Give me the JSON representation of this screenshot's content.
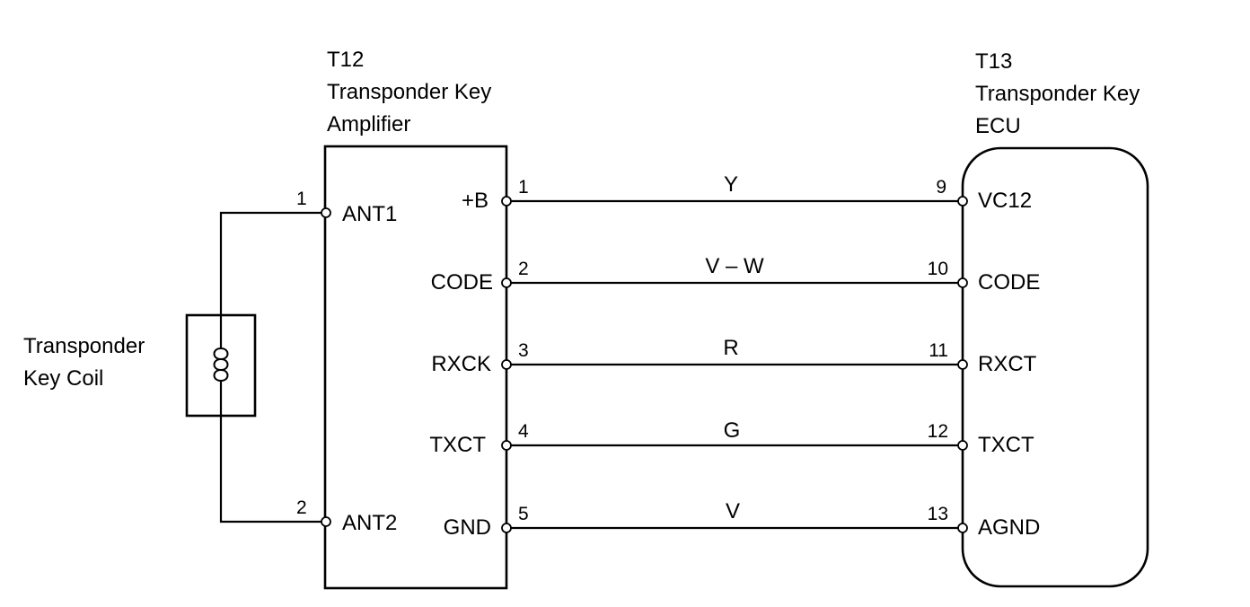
{
  "amplifier": {
    "id": "T12",
    "name_line1": "Transponder Key",
    "name_line2": "Amplifier",
    "ant_pins": [
      {
        "num": "1",
        "label": "ANT1"
      },
      {
        "num": "2",
        "label": "ANT2"
      }
    ]
  },
  "ecu": {
    "id": "T13",
    "name_line1": "Transponder Key",
    "name_line2": "ECU"
  },
  "coil": {
    "line1": "Transponder",
    "line2": "Key Coil"
  },
  "connections": [
    {
      "amp_label": "+B",
      "amp_pin": "1",
      "wire_color": "Y",
      "ecu_pin": "9",
      "ecu_label": "VC12"
    },
    {
      "amp_label": "CODE",
      "amp_pin": "2",
      "wire_color": "V – W",
      "ecu_pin": "10",
      "ecu_label": "CODE"
    },
    {
      "amp_label": "RXCK",
      "amp_pin": "3",
      "wire_color": "R",
      "ecu_pin": "11",
      "ecu_label": "RXCT"
    },
    {
      "amp_label": "TXCT",
      "amp_pin": "4",
      "wire_color": "G",
      "ecu_pin": "12",
      "ecu_label": "TXCT"
    },
    {
      "amp_label": "GND",
      "amp_pin": "5",
      "wire_color": "V",
      "ecu_pin": "13",
      "ecu_label": "AGND"
    }
  ]
}
